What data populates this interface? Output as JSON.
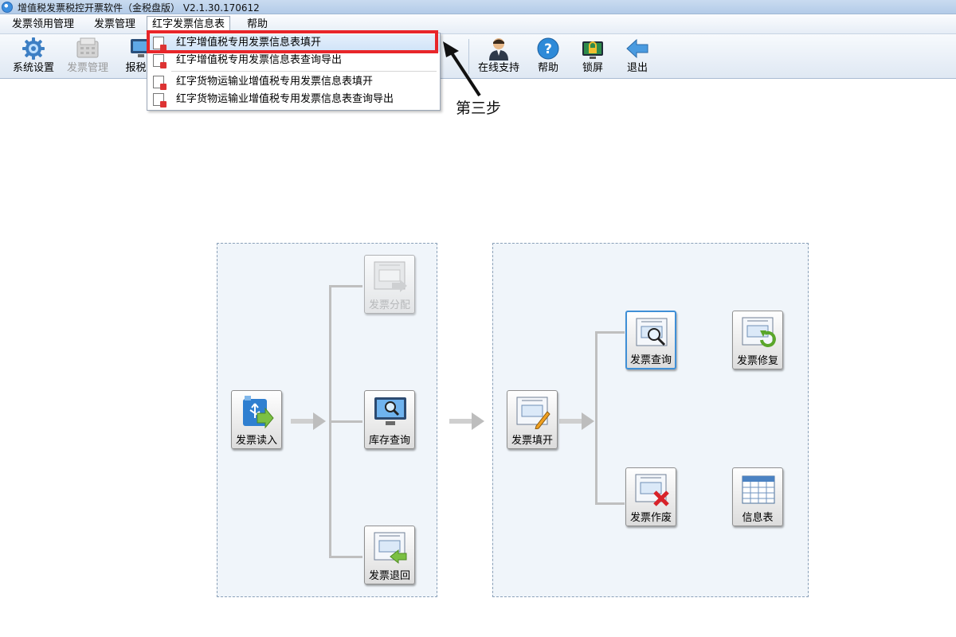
{
  "window": {
    "title": "增值税发票税控开票软件（金税盘版） V2.1.30.170612"
  },
  "menubar": {
    "items": [
      {
        "label": "发票领用管理"
      },
      {
        "label": "发票管理"
      },
      {
        "label": "红字发票信息表"
      },
      {
        "label": "帮助"
      }
    ]
  },
  "toolbar": {
    "items": [
      {
        "label": "系统设置",
        "icon": "gear-icon"
      },
      {
        "label": "发票管理",
        "icon": "invoice-manage-icon",
        "disabled": true
      },
      {
        "label": "报税处",
        "icon": "monitor-icon"
      },
      {
        "label": "在线支持",
        "icon": "person-icon"
      },
      {
        "label": "帮助",
        "icon": "help-icon"
      },
      {
        "label": "锁屏",
        "icon": "lock-screen-icon"
      },
      {
        "label": "退出",
        "icon": "exit-arrow-icon"
      }
    ]
  },
  "dropdown": {
    "items": [
      {
        "label": "红字增值税专用发票信息表填开",
        "highlighted": true
      },
      {
        "label": "红字增值税专用发票信息表查询导出"
      },
      {
        "label": "红字货物运输业增值税专用发票信息表填开"
      },
      {
        "label": "红字货物运输业增值税专用发票信息表查询导出"
      }
    ]
  },
  "annotation": {
    "text": "第三步"
  },
  "flow": {
    "left_panel": {
      "tiles": [
        {
          "label": "发票读入",
          "icon": "usb-import-icon"
        },
        {
          "label": "发票分配",
          "icon": "invoice-distribute-icon",
          "disabled": true
        },
        {
          "label": "库存查询",
          "icon": "inventory-search-icon"
        },
        {
          "label": "发票退回",
          "icon": "invoice-return-icon"
        }
      ]
    },
    "right_panel": {
      "tiles": [
        {
          "label": "发票填开",
          "icon": "invoice-fill-icon"
        },
        {
          "label": "发票查询",
          "icon": "invoice-query-icon",
          "selected": true
        },
        {
          "label": "发票修复",
          "icon": "invoice-repair-icon"
        },
        {
          "label": "发票作废",
          "icon": "invoice-void-icon"
        },
        {
          "label": "信息表",
          "icon": "info-table-icon"
        }
      ]
    }
  },
  "colors": {
    "highlight_border": "#e8262a",
    "selection_border": "#3f8fd6",
    "panel_background": "#f0f5fa"
  }
}
